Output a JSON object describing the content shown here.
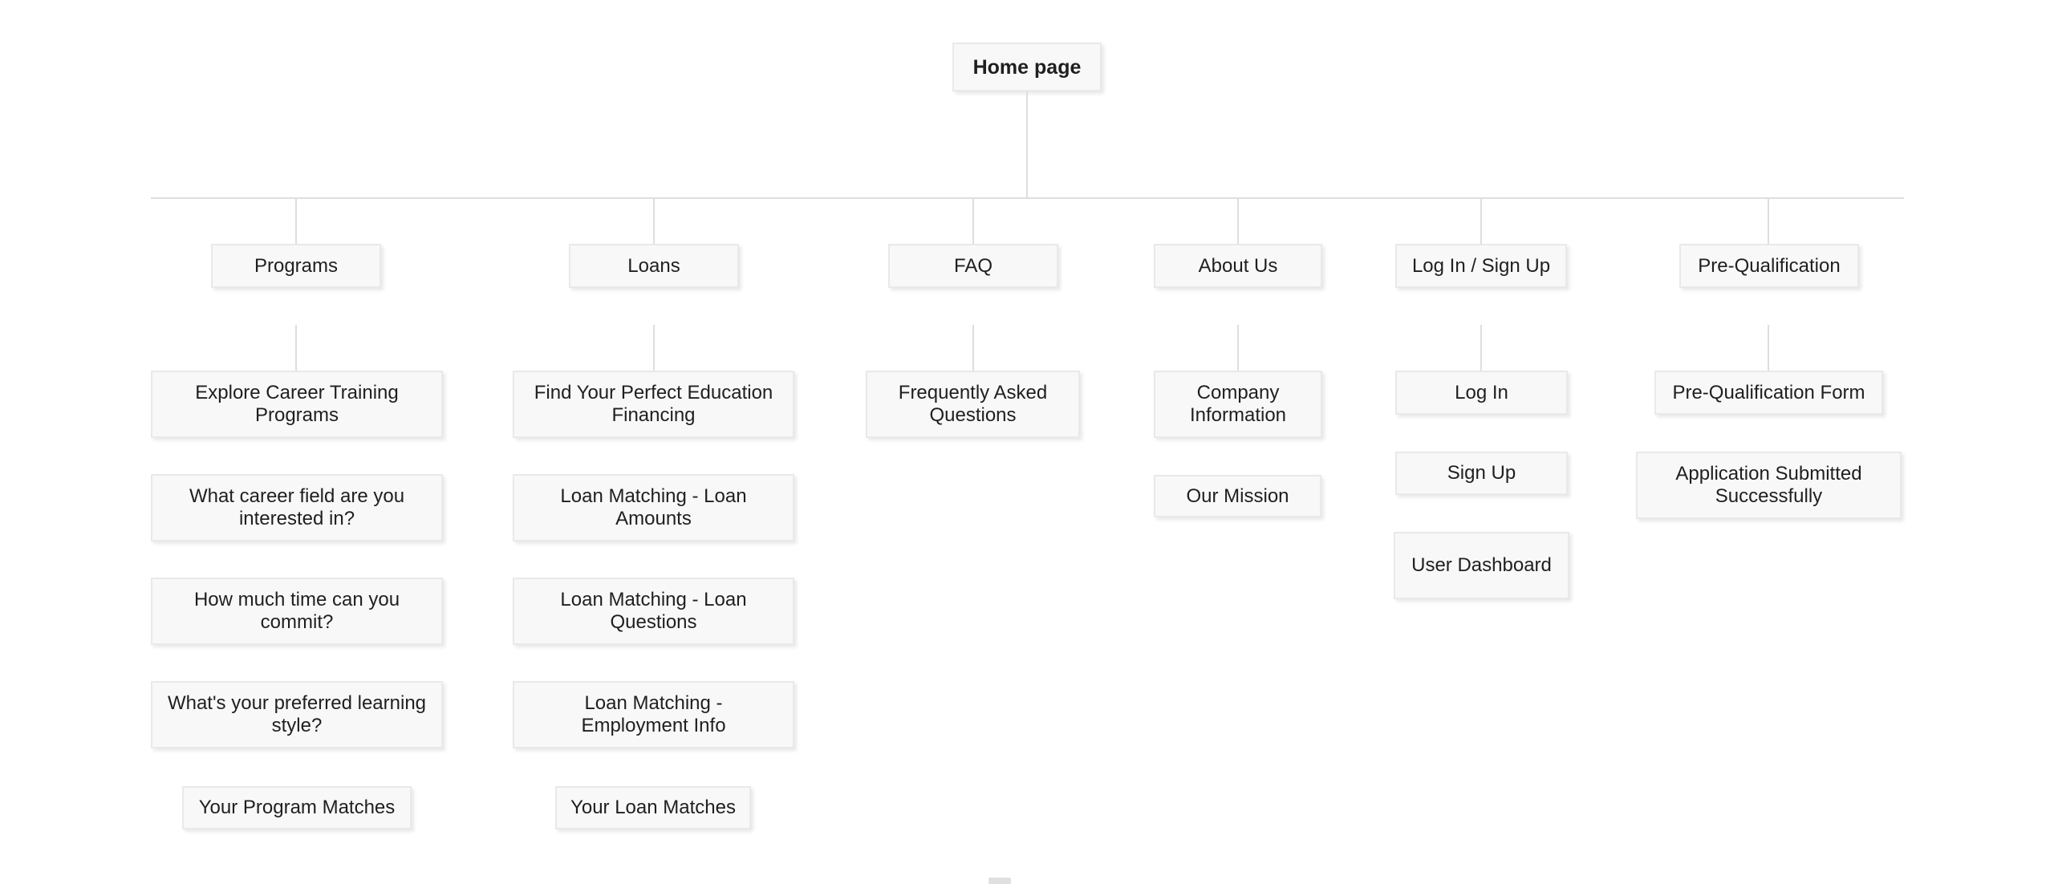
{
  "colors": {
    "background": "#ffffff",
    "node_fill": "#f8f8f8",
    "node_border": "#e9e9e9",
    "connector": "#dedede",
    "text": "#1f1f1f"
  },
  "tree": {
    "root": {
      "label": "Home page"
    },
    "branches": [
      {
        "label": "Programs",
        "children": [
          "Explore Career Training Programs",
          "What career field are you interested in?",
          "How much time can you commit?",
          "What's your preferred learning style?",
          "Your Program Matches"
        ]
      },
      {
        "label": "Loans",
        "children": [
          "Find Your Perfect Education Financing",
          "Loan Matching - Loan Amounts",
          "Loan Matching - Loan Questions",
          "Loan Matching - Employment Info",
          "Your Loan Matches"
        ]
      },
      {
        "label": "FAQ",
        "children": [
          "Frequently Asked Questions"
        ]
      },
      {
        "label": "About Us",
        "children": [
          "Company Information",
          "Our Mission"
        ]
      },
      {
        "label": "Log In / Sign Up",
        "children": [
          "Log In",
          "Sign Up",
          "User Dashboard"
        ]
      },
      {
        "label": "Pre-Qualification",
        "children": [
          "Pre-Qualification Form",
          "Application Submitted Successfully"
        ]
      }
    ]
  }
}
